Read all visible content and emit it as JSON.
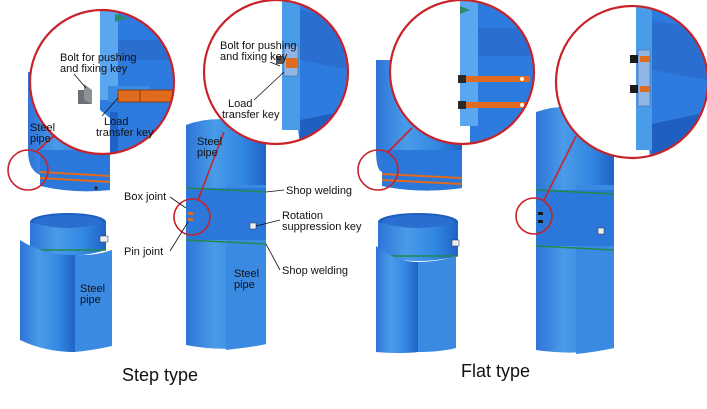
{
  "labels": {
    "bolt_step": [
      "Bolt for pushing",
      "and fixing key"
    ],
    "load_key_step": [
      "Load",
      "transfer key"
    ],
    "steel_pipe_top_left": [
      "Steel",
      "pipe"
    ],
    "steel_pipe_bottom_left": [
      "Steel",
      "pipe"
    ],
    "bolt_zoom": [
      "Bolt for pushing",
      "and fixing key"
    ],
    "load_key_zoom": [
      "Load",
      "transfer key"
    ],
    "steel_pipe_assembled_top": [
      "Steel",
      "pipe"
    ],
    "steel_pipe_assembled_bottom": [
      "Steel",
      "pipe"
    ],
    "box_joint": "Box joint",
    "pin_joint": "Pin joint",
    "shop_welding_top": "Shop welding",
    "rotation_key": [
      "Rotation",
      "suppression key"
    ],
    "shop_welding_bottom": "Shop welding"
  },
  "captions": {
    "step_type": "Step type",
    "flat_type": "Flat type"
  },
  "colors": {
    "pipe_blue": "#2f7fe0",
    "pipe_light": "#5aa6ef",
    "pipe_dark": "#1f5fc0",
    "callout_red": "#c8222a",
    "key_orange": "#e06a1e",
    "weld_green": "#1f8a4a"
  }
}
